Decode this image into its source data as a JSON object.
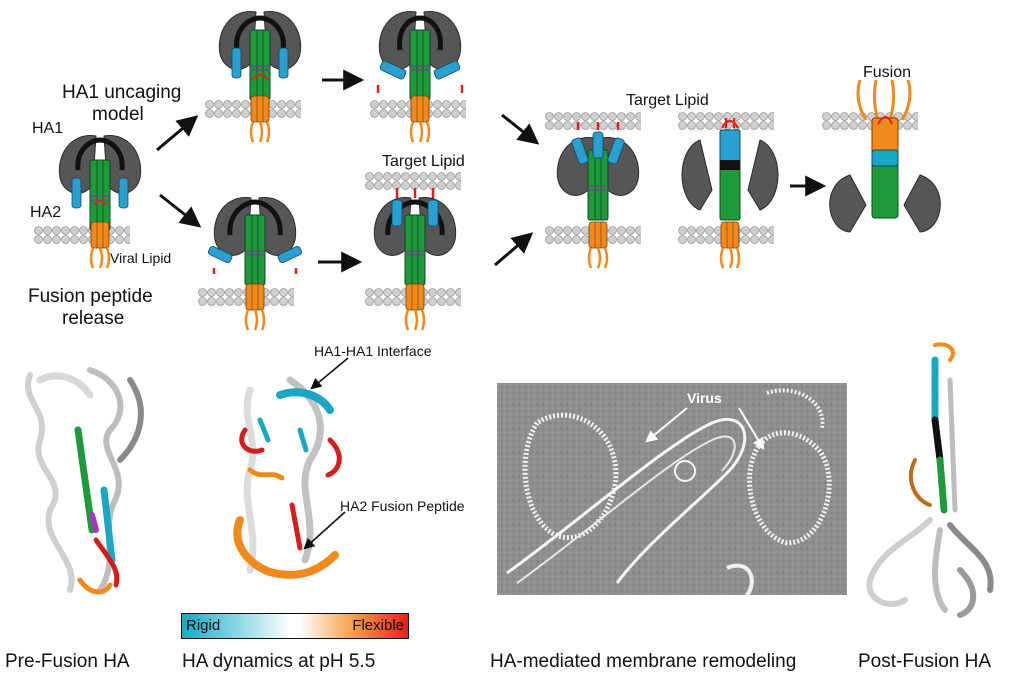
{
  "labels": {
    "ha1": "HA1",
    "ha2": "HA2",
    "viral_lipid": "Viral Lipid",
    "ha1_uncaging_model_line1": "HA1 uncaging",
    "ha1_uncaging_model_line2": "model",
    "fusion_peptide_release_line1": "Fusion peptide",
    "fusion_peptide_release_line2": "release",
    "target_lipid_top": "Target Lipid",
    "target_lipid_mid": "Target Lipid",
    "fusion": "Fusion",
    "ha1_ha1_interface": "HA1-HA1 Interface",
    "ha2_fusion_peptide": "HA2 Fusion Peptide",
    "virus": "Virus"
  },
  "colorbar": {
    "rigid": "Rigid",
    "flexible": "Flexible"
  },
  "captions": {
    "pre_fusion": "Pre-Fusion HA",
    "dynamics": "HA dynamics at pH 5.5",
    "remodeling": "HA-mediated membrane remodeling",
    "post_fusion": "Post-Fusion HA"
  },
  "colors": {
    "ha1_gray": "#555555",
    "ha2_green": "#1f9a3a",
    "helix_blue": "#2a9fd0",
    "fusion_peptide_red": "#e3211c",
    "transmembrane_orange": "#f08a1c",
    "lipid_gray": "#c8c8c8",
    "em_background": "#8e8e8e"
  }
}
